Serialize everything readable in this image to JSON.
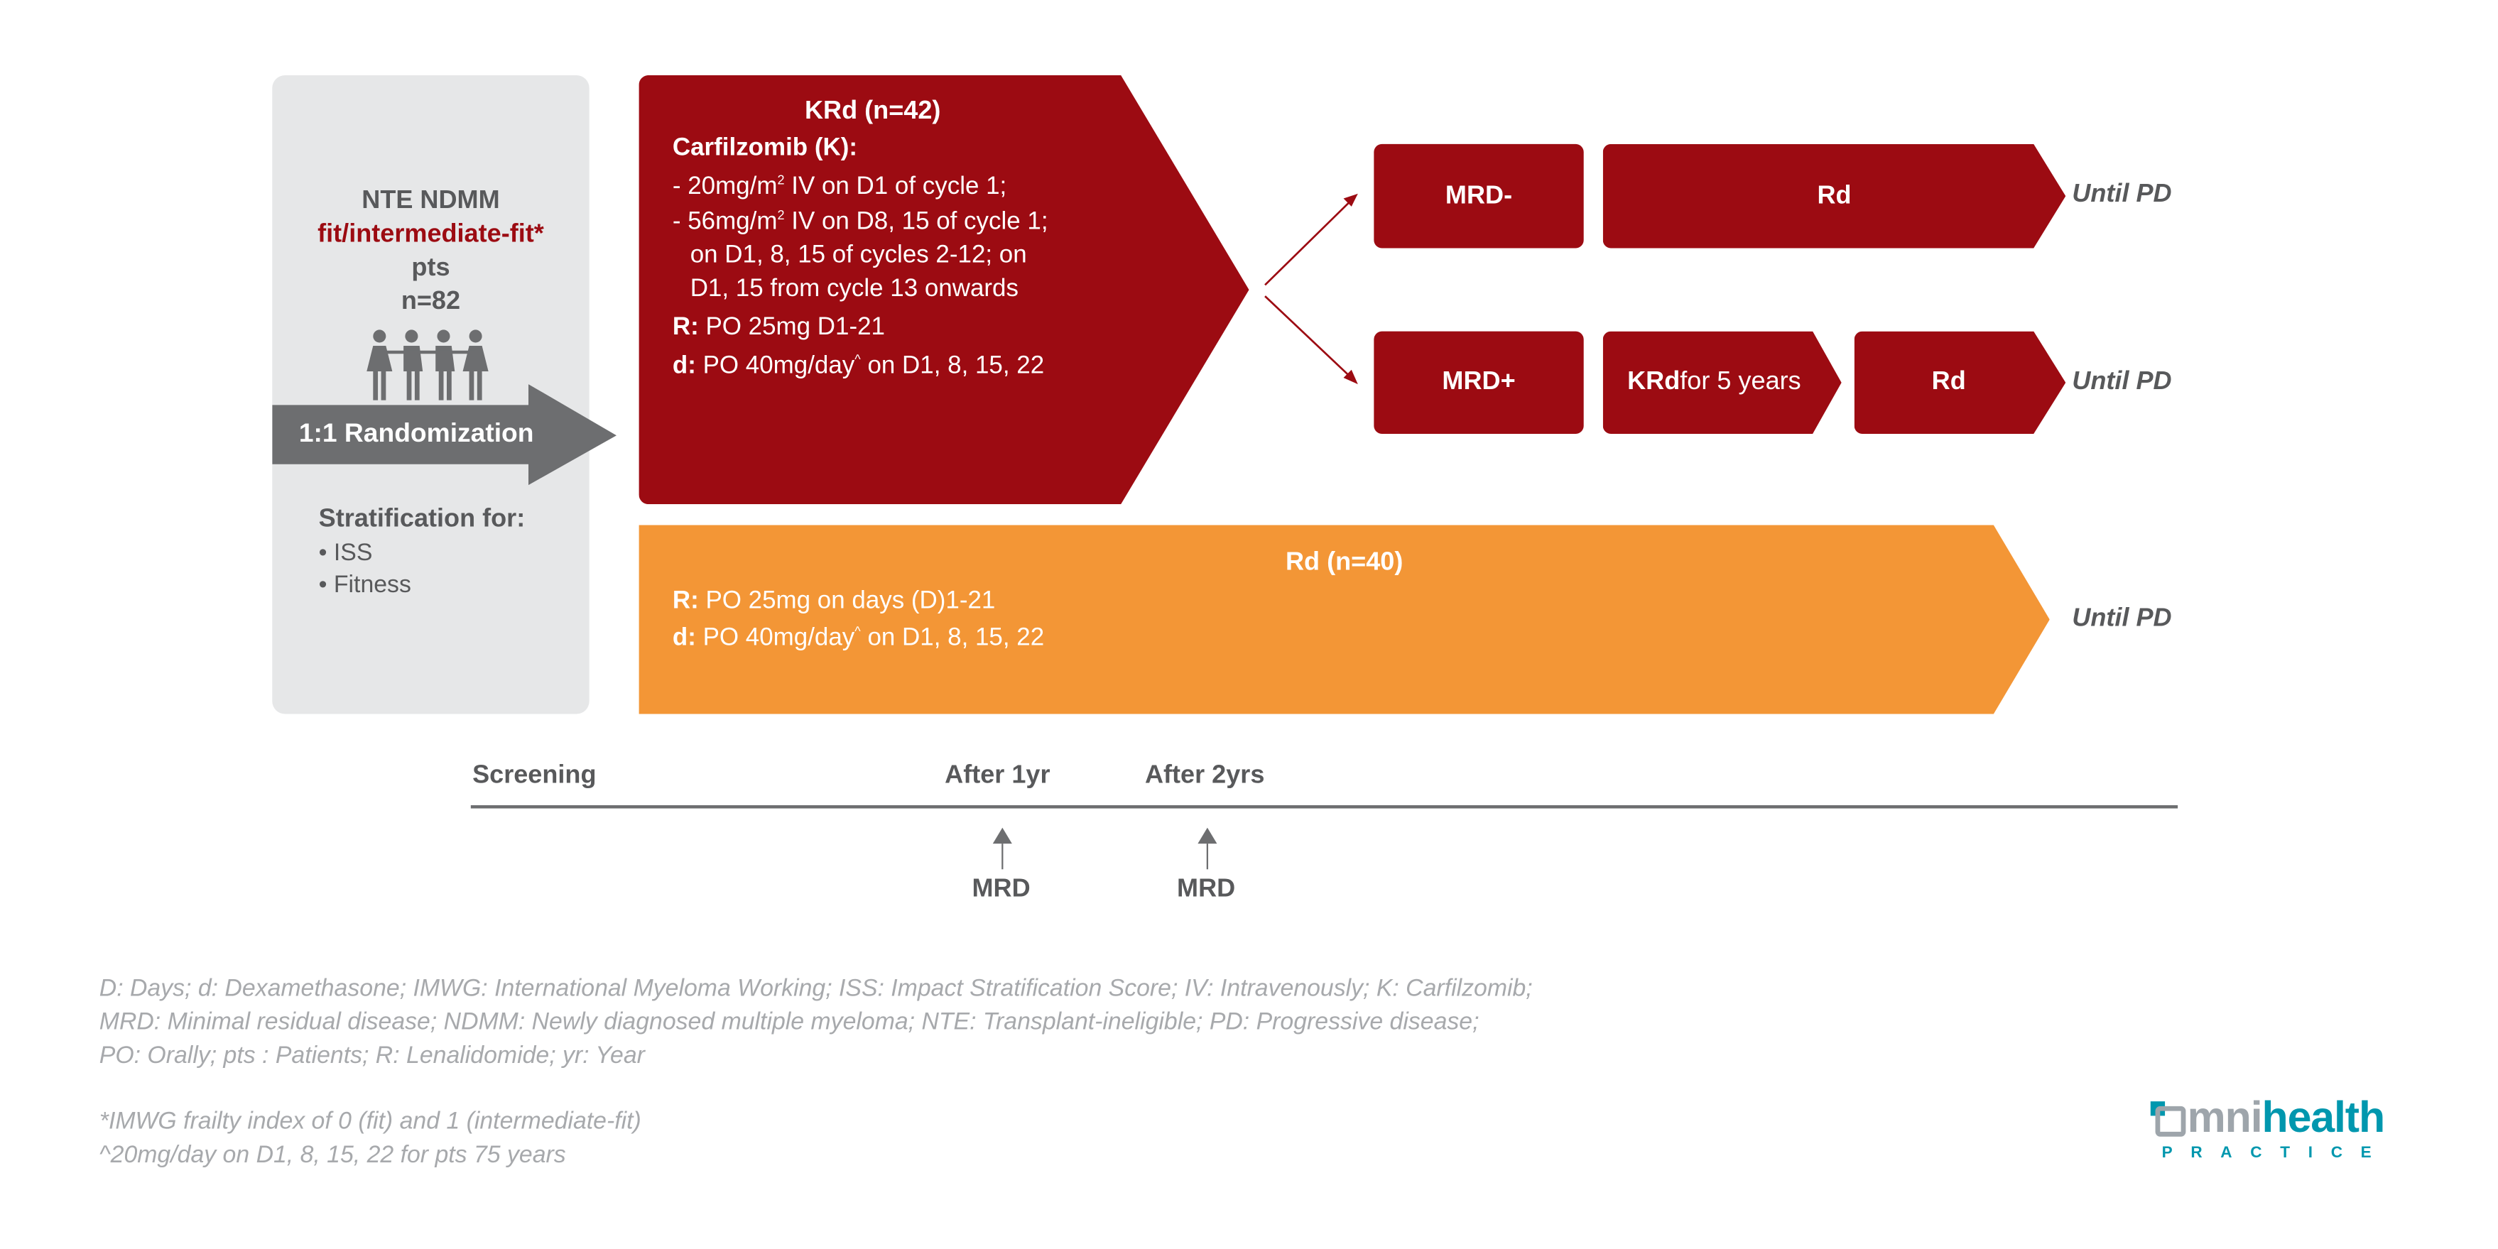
{
  "population": {
    "line1": "NTE NDMM",
    "line2": "fit/intermediate-fit*",
    "line3": "pts",
    "line4": "n=82"
  },
  "randomization_label": "1:1 Randomization",
  "stratification": {
    "title": "Stratification for:",
    "items": [
      "• ISS",
      "• Fitness"
    ]
  },
  "krd_arm": {
    "title": "KRd (n=42)",
    "carfilzomib_label": "Carfilzomib (K):",
    "k_line1_pre": "- 20mg/m",
    "k_line1_sup": "2",
    "k_line1_post": " IV on D1 of cycle 1;",
    "k_line2_pre": "- 56mg/m",
    "k_line2_sup": "2",
    "k_line2_post": " IV on D8, 15 of cycle 1;",
    "k_line3": "on D1, 8, 15 of cycles 2-12; on",
    "k_line4": "D1, 15 from cycle 13 onwards",
    "r_label": "R:",
    "r_text": " PO 25mg D1-21",
    "d_label": "d:",
    "d_text_pre": " PO 40mg/day",
    "d_sup": "^",
    "d_text_post": " on D1, 8, 15, 22"
  },
  "rd_arm": {
    "title": "Rd (n=40)",
    "r_label": "R:",
    "r_text": " PO 25mg on days (D)1-21",
    "d_label": "d:",
    "d_text_pre": " PO 40mg/day",
    "d_sup": "^",
    "d_text_post": " on D1, 8, 15, 22"
  },
  "mrd_neg": {
    "label": "MRD-",
    "next": "Rd",
    "until": "Until PD"
  },
  "mrd_pos": {
    "label": "MRD+",
    "krd_bold": "KRd",
    "krd_rest": " for 5 years",
    "next": "Rd",
    "until": "Until PD"
  },
  "rd_until": "Until PD",
  "timeline": {
    "screening": "Screening",
    "after1": "After 1yr",
    "after2": "After 2yrs",
    "mrd1": "MRD",
    "mrd2": "MRD"
  },
  "footnotes": [
    "D: Days; d: Dexamethasone; IMWG: International Myeloma Working; ISS: Impact Stratification Score; IV: Intravenously; K: Carfilzomib;",
    "MRD: Minimal residual disease; NDMM: Newly diagnosed multiple myeloma; NTE: Transplant-ineligible; PD: Progressive disease;",
    "PO: Orally; pts : Patients; R: Lenalidomide; yr: Year",
    "*IMWG frailty index of 0 (fit) and 1 (intermediate-fit)",
    "^20mg/day on D1, 8, 15, 22 for pts  75 years"
  ],
  "logo": {
    "omni": "mni",
    "health": "health",
    "practice": "PRACTICE"
  },
  "colors": {
    "red": "#9c0b12",
    "orange": "#f39636",
    "gray": "#58595b",
    "teal": "#0097ae"
  }
}
